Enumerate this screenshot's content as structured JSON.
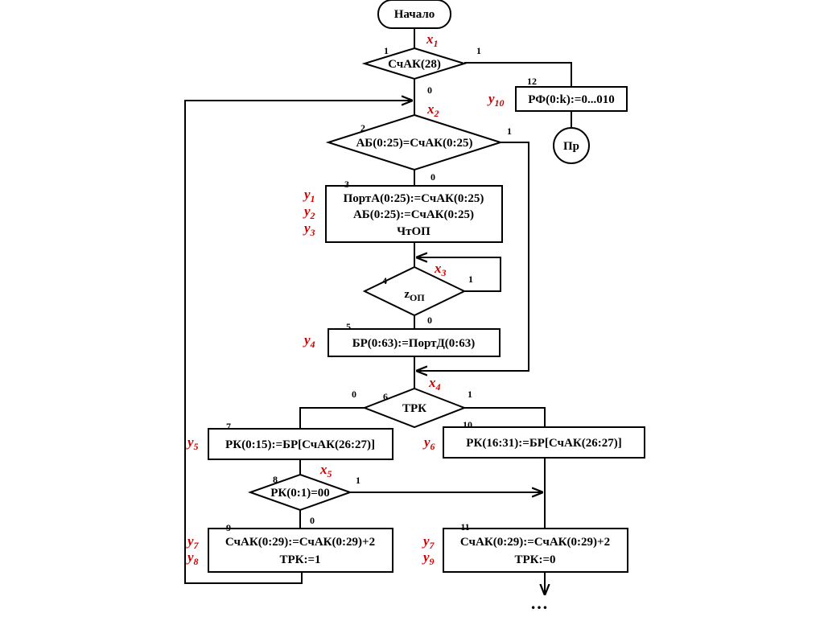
{
  "colors": {
    "line": "#000000",
    "signal": "#d00000",
    "background": "#ffffff"
  },
  "terminals": {
    "start": "Начало",
    "end": "Пр",
    "continuation": "…"
  },
  "signals": {
    "x1": "x1",
    "x2": "x2",
    "x3": "x3",
    "x4": "x4",
    "x5": "x5",
    "y1": "y1",
    "y2": "y2",
    "y3": "y3",
    "y4": "y4",
    "y5": "y5",
    "y6": "y6",
    "y7a": "y7",
    "y7b": "y7",
    "y8": "y8",
    "y9": "y9",
    "y10": "y10"
  },
  "blocks": {
    "b1": {
      "num": "1",
      "text": "СчАК(28)",
      "yes": "1",
      "no": "0"
    },
    "b2": {
      "num": "2",
      "text": "АБ(0:25)=СчАК(0:25)",
      "yes": "1",
      "no": "0"
    },
    "b3": {
      "num": "3",
      "lines": [
        "ПортА(0:25):=СчАК(0:25)",
        "АБ(0:25):=СчАК(0:25)",
        "ЧтОП"
      ]
    },
    "b4": {
      "num": "4",
      "text": "zОП",
      "yes": "1",
      "no": "0"
    },
    "b5": {
      "num": "5",
      "text": "БР(0:63):=ПортД(0:63)"
    },
    "b6": {
      "num": "6",
      "text": "ТРК",
      "yes": "1",
      "no": "0"
    },
    "b7": {
      "num": "7",
      "text": "РК(0:15):=БР[СчАК(26:27)]"
    },
    "b8": {
      "num": "8",
      "text": "РК(0:1)=00",
      "yes": "1",
      "no": "0"
    },
    "b9": {
      "num": "9",
      "lines": [
        "СчАК(0:29):=СчАК(0:29)+2",
        "ТРК:=1"
      ]
    },
    "b10": {
      "num": "10",
      "text": "РК(16:31):=БР[СчАК(26:27)]"
    },
    "b11": {
      "num": "11",
      "lines": [
        "СчАК(0:29):=СчАК(0:29)+2",
        "ТРК:=0"
      ]
    },
    "b12": {
      "num": "12",
      "text": "РФ(0:k):=0...010"
    }
  }
}
